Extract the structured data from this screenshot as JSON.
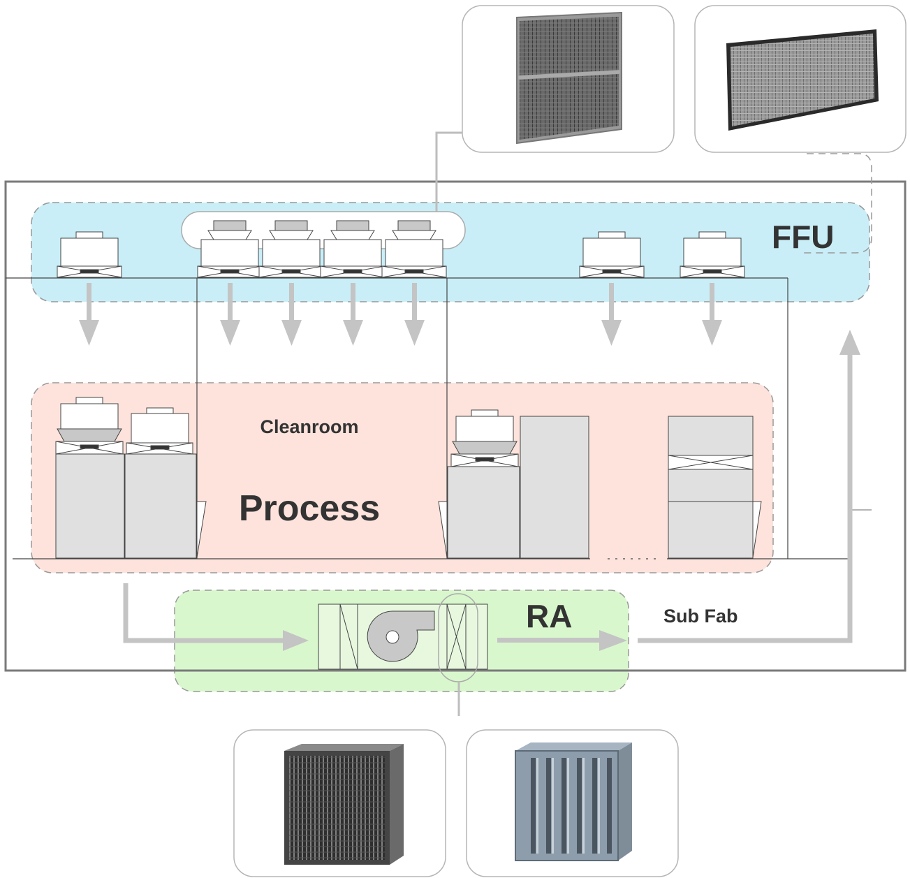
{
  "labels": {
    "ffu": "FFU",
    "cleanroom": "Cleanroom",
    "process": "Process",
    "ra": "RA",
    "sub_fab": "Sub Fab"
  },
  "colors": {
    "ffu_zone": "#c9eef7",
    "process_zone": "#fde3dc",
    "ra_zone": "#d9f7cd",
    "arrow": "#c4c4c4",
    "line": "#444444",
    "equipment": "#e0e0e0"
  },
  "icons": {
    "filter_photos": [
      "panel-filter-icon",
      "hepa-filter-icon",
      "box-filter-icon",
      "v-bank-filter-icon"
    ],
    "fan": "centrifugal-fan-icon"
  }
}
